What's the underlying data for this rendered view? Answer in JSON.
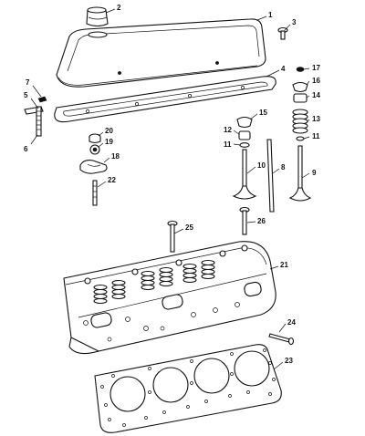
{
  "diagram": {
    "callouts": [
      {
        "id": "c1",
        "text": "1"
      },
      {
        "id": "c2",
        "text": "2"
      },
      {
        "id": "c3",
        "text": "3"
      },
      {
        "id": "c4",
        "text": "4"
      },
      {
        "id": "c5",
        "text": "5"
      },
      {
        "id": "c6",
        "text": "6"
      },
      {
        "id": "c7",
        "text": "7"
      },
      {
        "id": "c8",
        "text": "8"
      },
      {
        "id": "c9",
        "text": "9"
      },
      {
        "id": "c10",
        "text": "10"
      },
      {
        "id": "c11a",
        "text": "11"
      },
      {
        "id": "c11b",
        "text": "11"
      },
      {
        "id": "c12",
        "text": "12"
      },
      {
        "id": "c13",
        "text": "13"
      },
      {
        "id": "c14",
        "text": "14"
      },
      {
        "id": "c15",
        "text": "15"
      },
      {
        "id": "c16",
        "text": "16"
      },
      {
        "id": "c17",
        "text": "17"
      },
      {
        "id": "c18",
        "text": "18"
      },
      {
        "id": "c19",
        "text": "19"
      },
      {
        "id": "c20",
        "text": "20"
      },
      {
        "id": "c21",
        "text": "21"
      },
      {
        "id": "c22",
        "text": "22"
      },
      {
        "id": "c23",
        "text": "23"
      },
      {
        "id": "c24",
        "text": "24"
      },
      {
        "id": "c25",
        "text": "25"
      },
      {
        "id": "c26",
        "text": "26"
      }
    ]
  }
}
